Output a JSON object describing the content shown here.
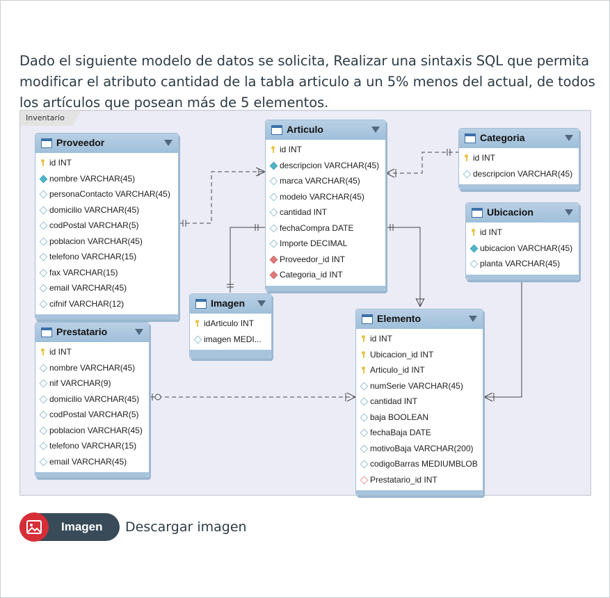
{
  "question": {
    "text": "Dado el siguiente modelo de datos se solicita, Realizar una sintaxis SQL que permita modificar el atributo cantidad de la tabla articulo a un 5% menos del actual, de todos los artículos que posean más de 5 elementos."
  },
  "diagram": {
    "tab_label": "Inventario",
    "entities": {
      "proveedor": {
        "title": "Proveedor",
        "rows": [
          {
            "icon": "key",
            "text": "id INT"
          },
          {
            "icon": "diamond-filled",
            "text": "nombre VARCHAR(45)"
          },
          {
            "icon": "diamond",
            "text": "personaContacto VARCHAR(45)"
          },
          {
            "icon": "diamond",
            "text": "domicilio VARCHAR(45)"
          },
          {
            "icon": "diamond",
            "text": "codPostal VARCHAR(5)"
          },
          {
            "icon": "diamond",
            "text": "poblacion VARCHAR(45)"
          },
          {
            "icon": "diamond",
            "text": "telefono VARCHAR(15)"
          },
          {
            "icon": "diamond",
            "text": "fax VARCHAR(15)"
          },
          {
            "icon": "diamond",
            "text": "email VARCHAR(45)"
          },
          {
            "icon": "diamond",
            "text": "cifnif VARCHAR(12)"
          }
        ]
      },
      "articulo": {
        "title": "Articulo",
        "rows": [
          {
            "icon": "key",
            "text": "id INT"
          },
          {
            "icon": "diamond-filled",
            "text": "descripcion VARCHAR(45)"
          },
          {
            "icon": "diamond",
            "text": "marca VARCHAR(45)"
          },
          {
            "icon": "diamond",
            "text": "modelo VARCHAR(45)"
          },
          {
            "icon": "diamond",
            "text": "cantidad INT"
          },
          {
            "icon": "diamond",
            "text": "fechaCompra DATE"
          },
          {
            "icon": "diamond",
            "text": "Importe DECIMAL"
          },
          {
            "icon": "diamond-fk",
            "text": "Proveedor_id INT"
          },
          {
            "icon": "diamond-fk",
            "text": "Categoria_id INT"
          }
        ]
      },
      "categoria": {
        "title": "Categoria",
        "rows": [
          {
            "icon": "key",
            "text": "id INT"
          },
          {
            "icon": "diamond",
            "text": "descripcion VARCHAR(45)"
          }
        ]
      },
      "ubicacion": {
        "title": "Ubicacion",
        "rows": [
          {
            "icon": "key",
            "text": "id INT"
          },
          {
            "icon": "diamond-filled",
            "text": "ubicacion VARCHAR(45)"
          },
          {
            "icon": "diamond",
            "text": "planta VARCHAR(45)"
          }
        ]
      },
      "imagen": {
        "title": "Imagen",
        "rows": [
          {
            "icon": "key",
            "text": "idArticulo INT"
          },
          {
            "icon": "diamond",
            "text": "imagen MEDI..."
          }
        ]
      },
      "prestatario": {
        "title": "Prestatario",
        "rows": [
          {
            "icon": "key",
            "text": "id INT"
          },
          {
            "icon": "diamond",
            "text": "nombre VARCHAR(45)"
          },
          {
            "icon": "diamond",
            "text": "nif VARCHAR(9)"
          },
          {
            "icon": "diamond",
            "text": "domicilio VARCHAR(45)"
          },
          {
            "icon": "diamond",
            "text": "codPostal VARCHAR(5)"
          },
          {
            "icon": "diamond",
            "text": "poblacion VARCHAR(45)"
          },
          {
            "icon": "diamond",
            "text": "telefono VARCHAR(15)"
          },
          {
            "icon": "diamond",
            "text": "email VARCHAR(45)"
          }
        ]
      },
      "elemento": {
        "title": "Elemento",
        "rows": [
          {
            "icon": "key",
            "text": "id INT"
          },
          {
            "icon": "key",
            "text": "Ubicacion_id INT"
          },
          {
            "icon": "key",
            "text": "Articulo_id INT"
          },
          {
            "icon": "diamond",
            "text": "numSerie VARCHAR(45)"
          },
          {
            "icon": "diamond",
            "text": "cantidad INT"
          },
          {
            "icon": "diamond",
            "text": "baja BOOLEAN"
          },
          {
            "icon": "diamond",
            "text": "fechaBaja DATE"
          },
          {
            "icon": "diamond",
            "text": "motivoBaja VARCHAR(200)"
          },
          {
            "icon": "diamond",
            "text": "codigoBarras MEDIUMBLOB"
          },
          {
            "icon": "diamond-fk-outline",
            "text": "Prestatario_id INT"
          }
        ]
      }
    }
  },
  "attachment": {
    "badge_label": "Imagen",
    "link_text": "Descargar imagen",
    "icon": "image-icon",
    "badge_color": "#d62e37"
  }
}
